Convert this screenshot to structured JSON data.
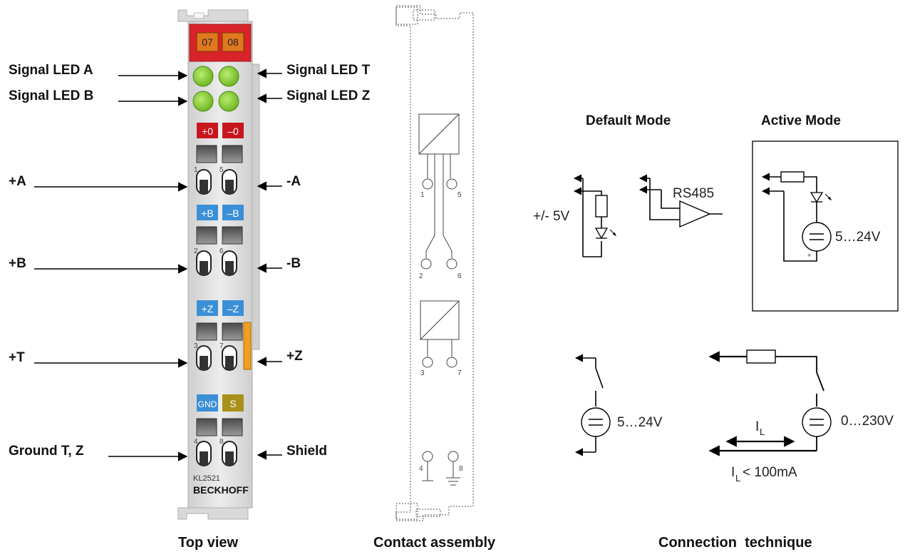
{
  "labels": {
    "signal_led_a": "Signal LED A",
    "signal_led_b": "Signal LED B",
    "signal_led_t": "Signal LED T",
    "signal_led_z": "Signal LED Z",
    "plus_a": "+A",
    "minus_a": "-A",
    "plus_b": "+B",
    "minus_b": "-B",
    "plus_t": "+T",
    "plus_z": "+Z",
    "ground_tz": "Ground T, Z",
    "shield": "Shield"
  },
  "terminal": {
    "led_top_left": "07",
    "led_top_right": "08",
    "plus_zero": "+0",
    "minus_zero": "–0",
    "plus_b": "+B",
    "minus_b": "–B",
    "plus_z": "+Z",
    "minus_z": "–Z",
    "gnd": "GND",
    "s": "S",
    "model": "KL2521",
    "brand": "BECKHOFF",
    "pin_labels": [
      "1",
      "5",
      "2",
      "6",
      "3",
      "7",
      "4",
      "8"
    ]
  },
  "contact_assembly": {
    "pins": [
      "1",
      "5",
      "2",
      "6",
      "3",
      "7",
      "4",
      "8"
    ]
  },
  "circuits": {
    "default_mode": "Default Mode",
    "active_mode": "Active Mode",
    "voltage_5v": "+/- 5V",
    "rs485": "RS485",
    "range_5_24_active": "5…24V",
    "range_5_24": "5…24V",
    "range_0_230": "0…230V",
    "il": "I",
    "il_sub": "L",
    "il_limit_prefix": "I",
    "il_limit_sub": "L",
    "il_limit": "< 100mA"
  },
  "captions": {
    "top_view": "Top view",
    "contact_assembly": "Contact assembly",
    "connection_technique": "Connection  technique"
  },
  "colors": {
    "led_green": "#7cc52a",
    "header_red": "#d8232a",
    "badge_orange": "#e07820",
    "badge_red": "#c8161d",
    "badge_blue": "#3b8fd6",
    "badge_olive": "#a8901a",
    "side_yellow": "#f0a020",
    "housing": "#e2e2e2"
  }
}
